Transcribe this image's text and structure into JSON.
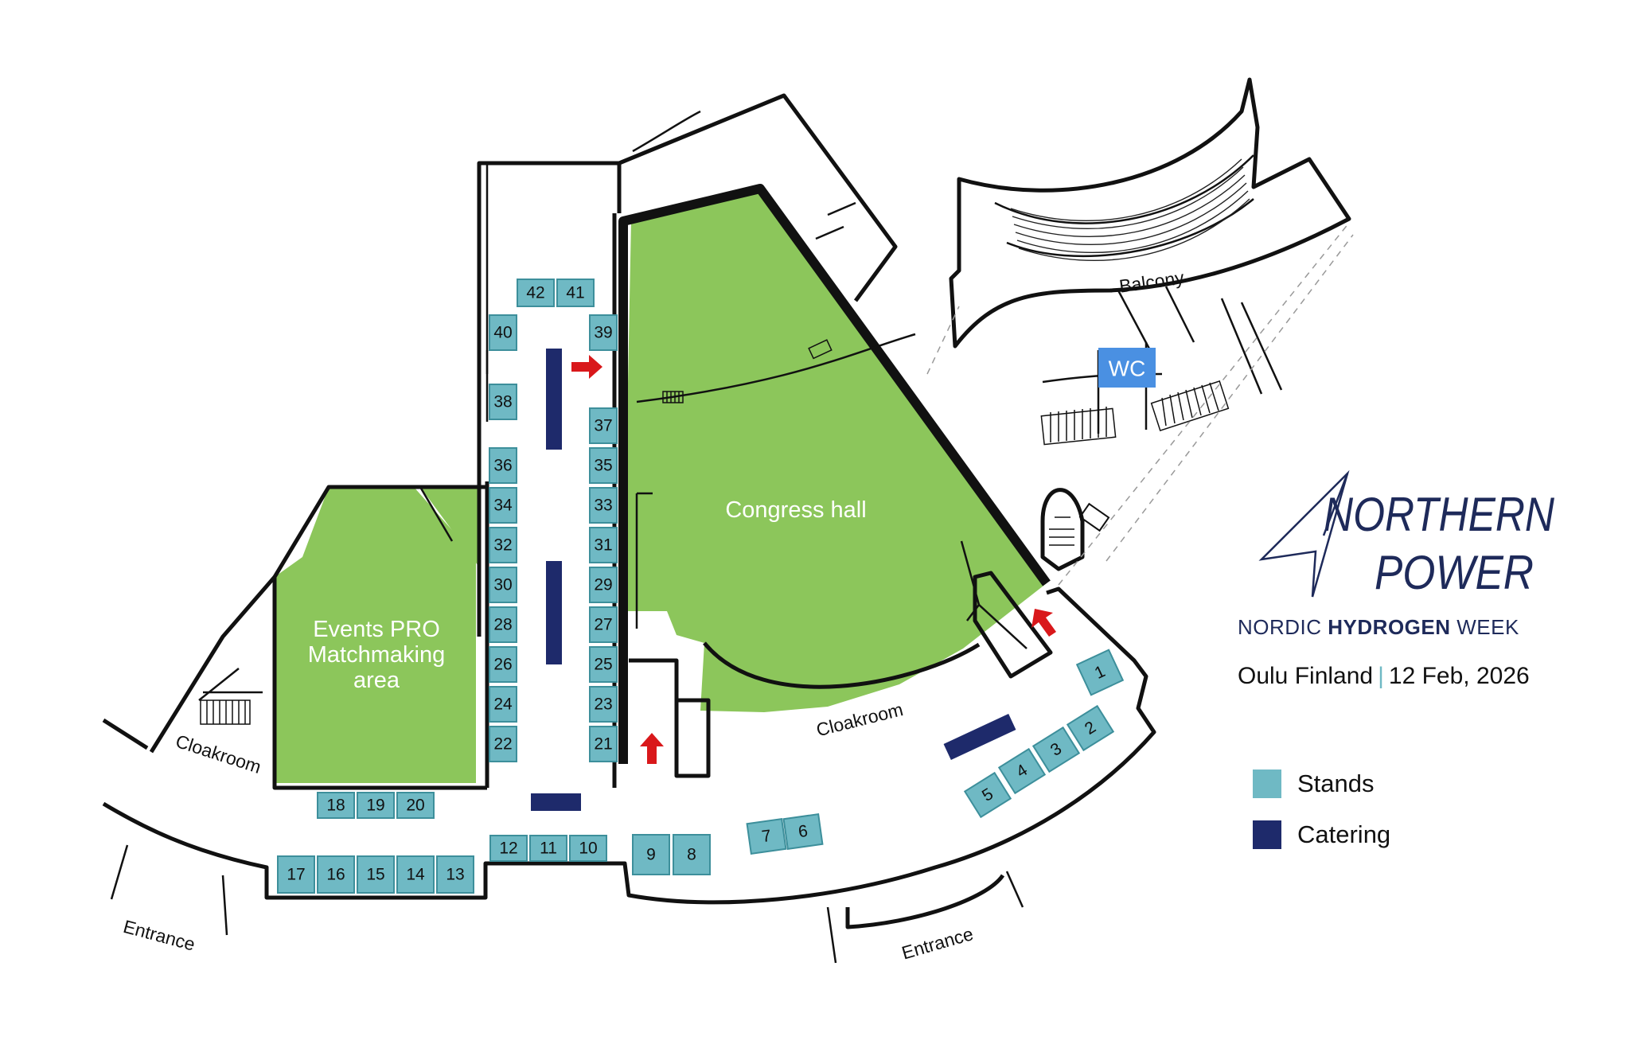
{
  "areas": {
    "congress_hall": "Congress hall",
    "matchmaking": [
      "Events PRO",
      "Matchmaking",
      "area"
    ],
    "balcony": "Balcony",
    "wc": "WC",
    "cloakroom_right": "Cloakroom",
    "cloakroom_left": "Cloakroom",
    "entrance_left": "Entrance",
    "entrance_right": "Entrance"
  },
  "stands": [
    "1",
    "2",
    "3",
    "4",
    "5",
    "6",
    "7",
    "8",
    "9",
    "10",
    "11",
    "12",
    "13",
    "14",
    "15",
    "16",
    "17",
    "18",
    "19",
    "20",
    "21",
    "22",
    "23",
    "24",
    "25",
    "26",
    "27",
    "28",
    "29",
    "30",
    "31",
    "32",
    "33",
    "34",
    "35",
    "36",
    "37",
    "38",
    "39",
    "40",
    "41",
    "42"
  ],
  "brand": {
    "logo_line1": "NORTHERN",
    "logo_line2": "POWER",
    "sub_regular_1": "NORDIC ",
    "sub_bold": "HYDROGEN",
    "sub_regular_2": " WEEK",
    "location": "Oulu Finland",
    "separator": "|",
    "date": "12 Feb, 2026"
  },
  "legend": {
    "stands": "Stands",
    "catering": "Catering"
  },
  "colors": {
    "room_green": "#8cc65b",
    "stand_teal": "#6fb9c4",
    "catering_navy": "#1e2a6b",
    "arrow_red": "#d9181b",
    "wc_blue": "#4a90e2",
    "brand_navy": "#1e2a5a"
  }
}
